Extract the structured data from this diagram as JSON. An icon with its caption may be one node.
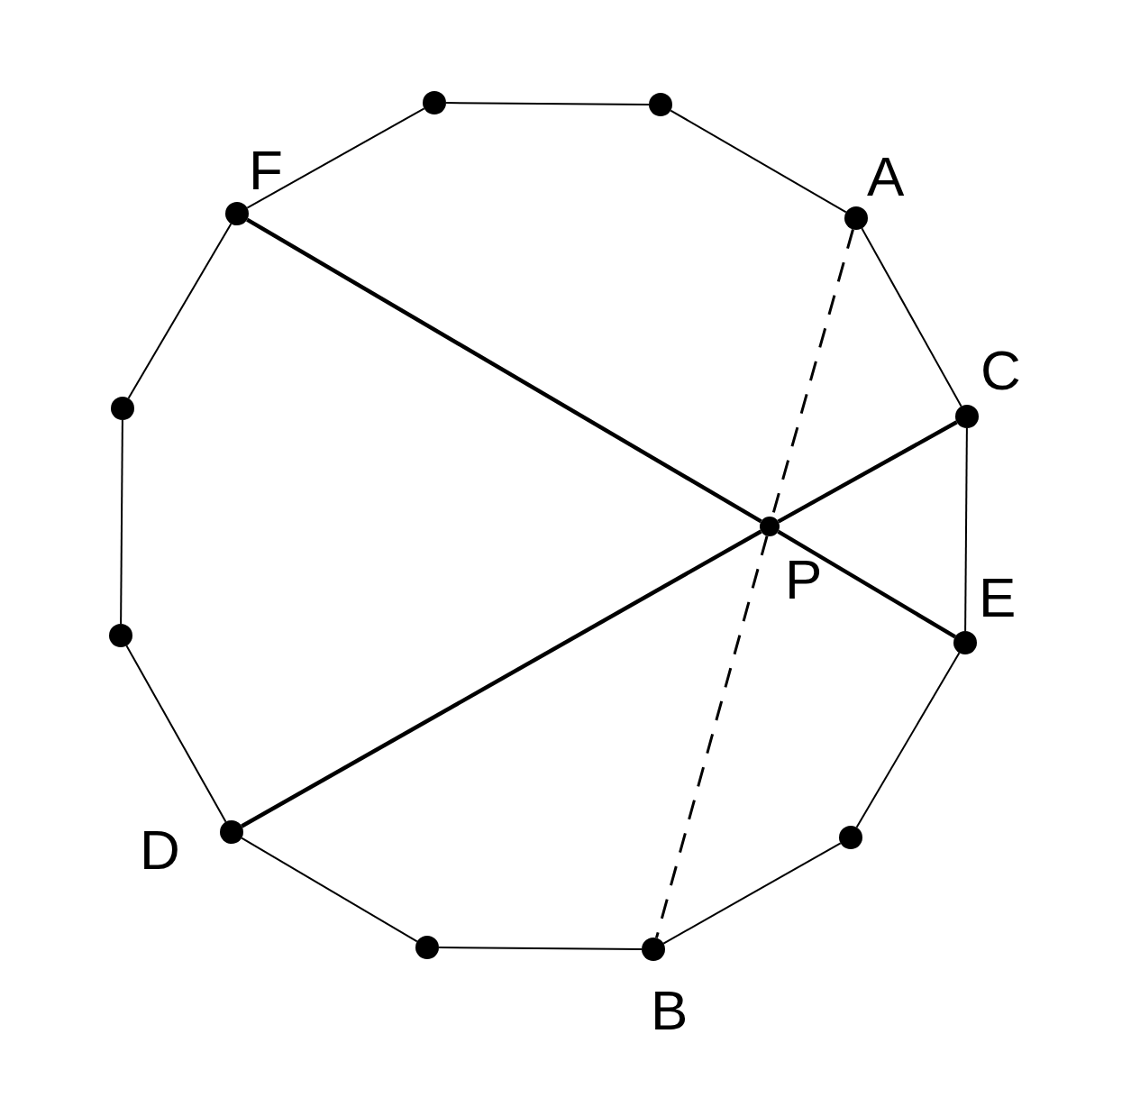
{
  "diagram": {
    "nodes": [
      {
        "text": [],
        "shape": "circle"
      },
      {
        "text": [],
        "shape": "circle"
      },
      {
        "text": [],
        "shape": "circle",
        "beside": [
          "A"
        ]
      },
      {
        "text": [],
        "shape": "circle",
        "beside": [
          "C"
        ]
      },
      {
        "text": [],
        "shape": "circle",
        "beside": [
          "E"
        ]
      },
      {
        "text": [],
        "shape": "circle"
      },
      {
        "text": [],
        "shape": "circle",
        "beside": [
          "B"
        ]
      },
      {
        "text": [],
        "shape": "circle"
      },
      {
        "text": [],
        "shape": "circle",
        "beside": [
          "D"
        ]
      },
      {
        "text": [],
        "shape": "circle"
      },
      {
        "text": [],
        "shape": "circle"
      },
      {
        "text": [],
        "shape": "circle",
        "beside": [
          "F"
        ]
      },
      {
        "text": [],
        "shape": "circle",
        "beside": [
          "P"
        ]
      }
    ],
    "edges": [
      {
        "from": 0,
        "to": 1,
        "arrow": "none"
      },
      {
        "from": 1,
        "to": 2,
        "arrow": "none"
      },
      {
        "from": 2,
        "to": 3,
        "arrow": "none"
      },
      {
        "from": 3,
        "to": 4,
        "arrow": "none"
      },
      {
        "from": 4,
        "to": 5,
        "arrow": "none"
      },
      {
        "from": 5,
        "to": 6,
        "arrow": "none"
      },
      {
        "from": 6,
        "to": 7,
        "arrow": "none"
      },
      {
        "from": 7,
        "to": 8,
        "arrow": "none"
      },
      {
        "from": 8,
        "to": 9,
        "arrow": "none"
      },
      {
        "from": 9,
        "to": 10,
        "arrow": "none"
      },
      {
        "from": 10,
        "to": 11,
        "arrow": "none"
      },
      {
        "from": 11,
        "to": 0,
        "arrow": "none"
      },
      {
        "from": 11,
        "to": 12,
        "arrow": "none",
        "style": "thick"
      },
      {
        "from": 12,
        "to": 4,
        "arrow": "none",
        "style": "thick"
      },
      {
        "from": 8,
        "to": 12,
        "arrow": "none",
        "style": "thick"
      },
      {
        "from": 12,
        "to": 3,
        "arrow": "none",
        "style": "thick"
      },
      {
        "from": 2,
        "to": 12,
        "arrow": "none",
        "style": "dashed"
      },
      {
        "from": 12,
        "to": 6,
        "arrow": "none",
        "style": "dashed"
      }
    ]
  }
}
